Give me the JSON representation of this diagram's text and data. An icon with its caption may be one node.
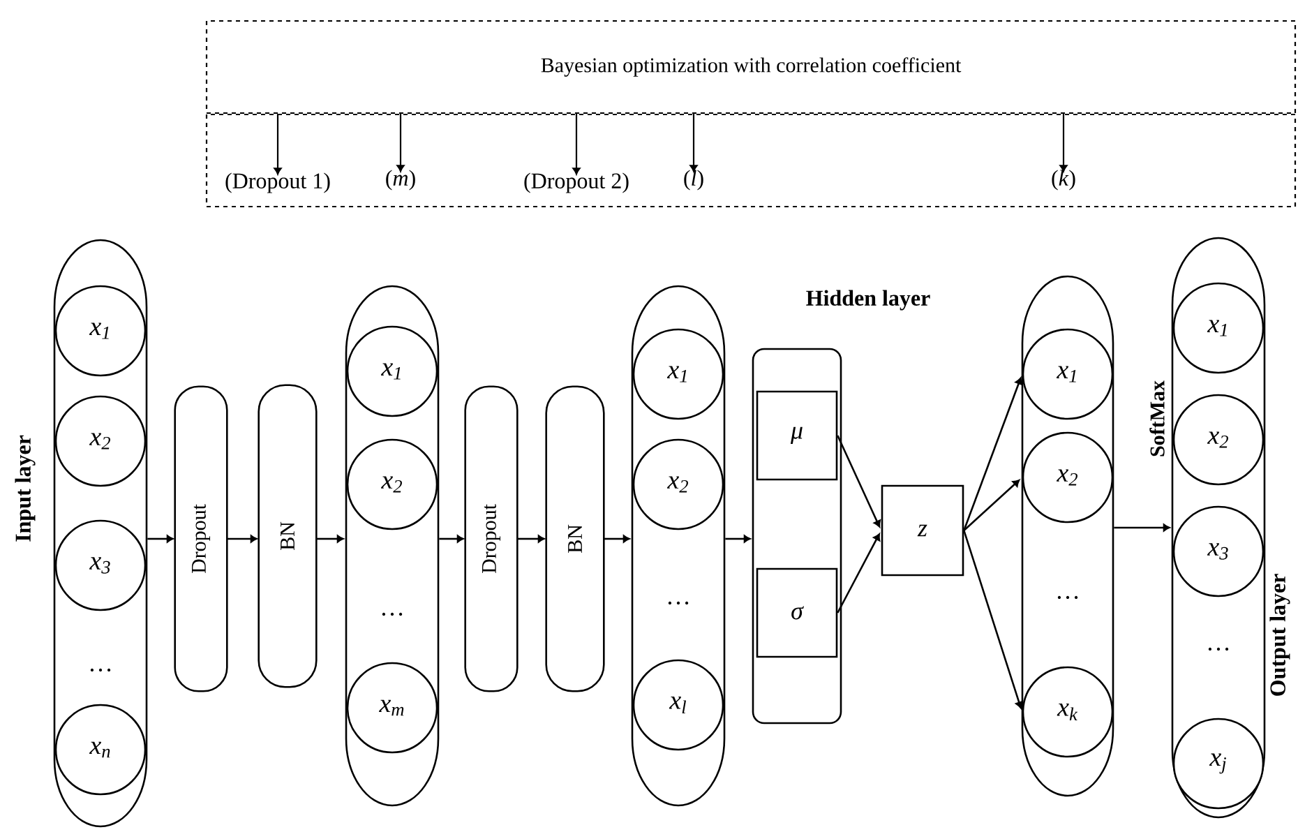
{
  "diagram": {
    "nodes": [
      {
        "text": [
          "Bayesian optimization with correlation coefficient"
        ]
      },
      {
        "text": [
          "(Dropout 1)"
        ]
      },
      {
        "text": [
          "(*m*)"
        ]
      },
      {
        "text": [
          "(Dropout 2)"
        ]
      },
      {
        "text": [
          "(*l*)"
        ]
      },
      {
        "text": [
          "(*k*)"
        ]
      },
      {
        "text": [
          "…"
        ],
        "beside": [
          "Input layer"
        ]
      },
      {
        "text": [
          "x$_{1}$"
        ],
        "in": 6
      },
      {
        "text": [
          "x$_{2}$"
        ],
        "in": 6
      },
      {
        "text": [
          "x$_{3}$"
        ],
        "in": 6
      },
      {
        "text": [
          "x$_{n}$"
        ],
        "in": 6
      },
      {
        "text": [
          "Dropout"
        ]
      },
      {
        "text": [
          "BN"
        ]
      },
      {
        "text": [
          "…"
        ]
      },
      {
        "text": [
          "x$_{1}$"
        ],
        "in": 13
      },
      {
        "text": [
          "x$_{2}$"
        ],
        "in": 13
      },
      {
        "text": [
          "x$_{m}$"
        ],
        "in": 13
      },
      {
        "text": [
          "Dropout"
        ]
      },
      {
        "text": [
          "BN"
        ]
      },
      {
        "text": [
          "…"
        ]
      },
      {
        "text": [
          "x$_{1}$"
        ],
        "in": 19
      },
      {
        "text": [
          "x$_{2}$"
        ],
        "in": 19
      },
      {
        "text": [
          "x$_{l}$"
        ],
        "in": 19
      },
      {
        "text": [],
        "shape": "box",
        "beside": [
          "Hidden layer"
        ]
      },
      {
        "text": [
          "μ"
        ],
        "in": 23
      },
      {
        "text": [
          "σ"
        ],
        "in": 23
      },
      {
        "text": [
          "z"
        ]
      },
      {
        "text": [
          "…"
        ]
      },
      {
        "text": [
          "x$_{1}$"
        ],
        "in": 27
      },
      {
        "text": [
          "x$_{2}$"
        ],
        "in": 27
      },
      {
        "text": [
          "x$_{k}$"
        ],
        "in": 27
      },
      {
        "text": [
          "…"
        ],
        "beside": [
          "Output layer"
        ]
      },
      {
        "text": [
          "x$_{1}$"
        ],
        "in": 31
      },
      {
        "text": [
          "x$_{2}$"
        ],
        "in": 31
      },
      {
        "text": [
          "x$_{3}$"
        ],
        "in": 31
      },
      {
        "text": [
          "x$_{j}$"
        ],
        "in": 31
      }
    ],
    "edges": [
      {
        "from": 0,
        "to": 1,
        "arrow": "to"
      },
      {
        "from": 0,
        "to": 2,
        "arrow": "to"
      },
      {
        "from": 0,
        "to": 3,
        "arrow": "to"
      },
      {
        "from": 0,
        "to": 4,
        "arrow": "to"
      },
      {
        "from": 0,
        "to": 5,
        "arrow": "to"
      },
      {
        "from": 6,
        "to": 11,
        "arrow": "to"
      },
      {
        "from": 11,
        "to": 12,
        "arrow": "to"
      },
      {
        "from": 12,
        "to": 13,
        "arrow": "to"
      },
      {
        "from": 13,
        "to": 17,
        "arrow": "to"
      },
      {
        "from": 17,
        "to": 18,
        "arrow": "to"
      },
      {
        "from": 18,
        "to": 19,
        "arrow": "to"
      },
      {
        "from": 19,
        "to": 23,
        "arrow": "to"
      },
      {
        "from": 24,
        "to": 26,
        "arrow": "to"
      },
      {
        "from": 25,
        "to": 26,
        "arrow": "to"
      },
      {
        "from": 26,
        "to": 28,
        "arrow": "to"
      },
      {
        "from": 26,
        "to": 29,
        "arrow": "to"
      },
      {
        "from": 26,
        "to": 30,
        "arrow": "to"
      },
      {
        "from": 27,
        "to": 31,
        "arrow": "to",
        "label": "SoftMax"
      }
    ]
  }
}
